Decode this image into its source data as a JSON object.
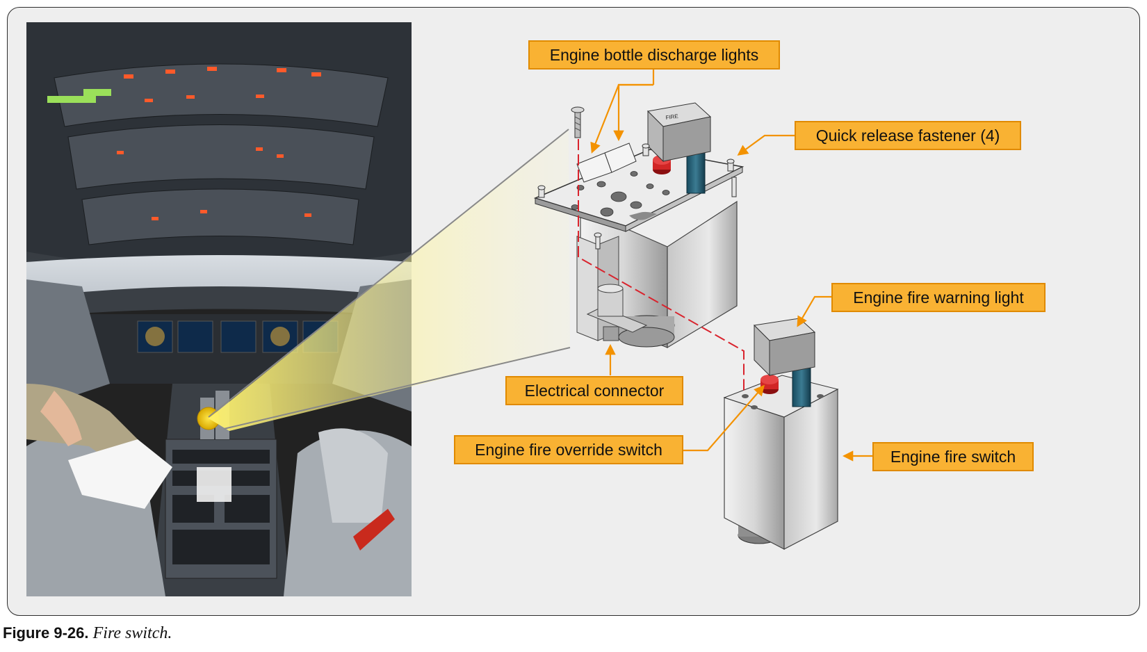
{
  "figure": {
    "number": "Figure 9-26.",
    "title": "Fire switch."
  },
  "callouts": {
    "discharge_lights": "Engine bottle discharge lights",
    "quick_release": "Quick release fastener (4)",
    "fire_warning_light": "Engine fire warning light",
    "electrical_connector": "Electrical connector",
    "override_switch": "Engine fire override switch",
    "fire_switch": "Engine fire switch"
  },
  "colors": {
    "callout_fill": "#f9b233",
    "callout_border": "#e08a00",
    "leader_line": "#f39200",
    "highlight": "#f5e23c",
    "wiring": "#d9232d"
  }
}
